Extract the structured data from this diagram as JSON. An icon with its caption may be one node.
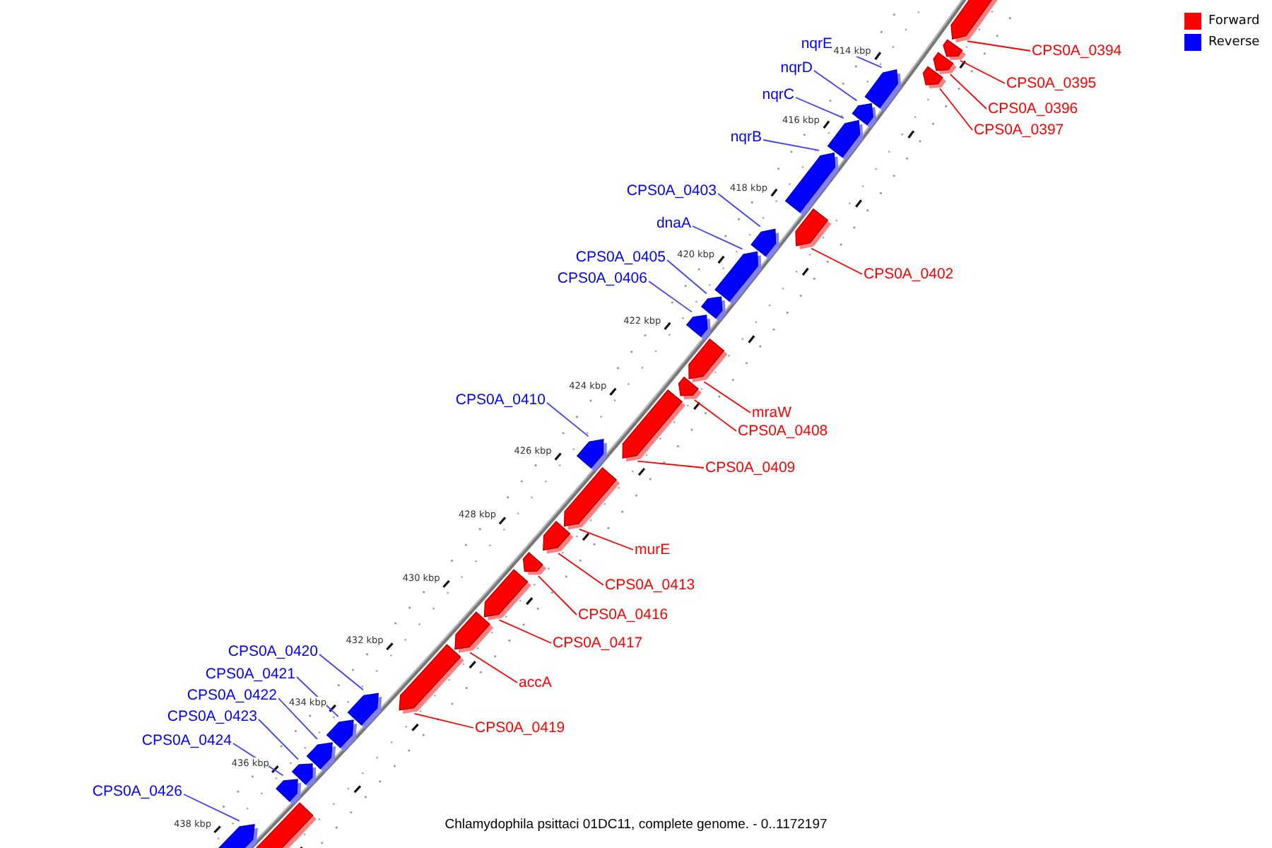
{
  "diagram": {
    "caption": "Chlamydophila psittaci 01DC11, complete genome. - 0..1172197",
    "nodes": [
      {
        "text": [
          "CPS0A_0394"
        ]
      },
      {
        "text": [],
        "shape": "arrow"
      },
      {
        "text": [
          "CPS0A_0395"
        ]
      },
      {
        "text": [],
        "shape": "arrow"
      },
      {
        "text": [
          "CPS0A_0396"
        ]
      },
      {
        "text": [],
        "shape": "arrow"
      },
      {
        "text": [
          "CPS0A_0397"
        ]
      },
      {
        "text": [],
        "shape": "arrow"
      },
      {
        "text": [
          "nqrE"
        ]
      },
      {
        "text": [],
        "shape": "arrow"
      },
      {
        "text": [
          "nqrD"
        ]
      },
      {
        "text": [],
        "shape": "arrow"
      },
      {
        "text": [
          "nqrC"
        ]
      },
      {
        "text": [],
        "shape": "arrow"
      },
      {
        "text": [
          "nqrB"
        ]
      },
      {
        "text": [],
        "shape": "arrow"
      },
      {
        "text": [
          "CPS0A_0402"
        ]
      },
      {
        "text": [],
        "shape": "arrow"
      },
      {
        "text": [
          "CPS0A_0403"
        ]
      },
      {
        "text": [],
        "shape": "arrow"
      },
      {
        "text": [
          "dnaA"
        ]
      },
      {
        "text": [],
        "shape": "arrow"
      },
      {
        "text": [
          "CPS0A_0405"
        ]
      },
      {
        "text": [],
        "shape": "arrow"
      },
      {
        "text": [
          "CPS0A_0406"
        ]
      },
      {
        "text": [],
        "shape": "arrow"
      },
      {
        "text": [
          "mraW"
        ]
      },
      {
        "text": [],
        "shape": "arrow"
      },
      {
        "text": [
          "CPS0A_0408"
        ]
      },
      {
        "text": [],
        "shape": "arrow"
      },
      {
        "text": [
          "CPS0A_0409"
        ]
      },
      {
        "text": [],
        "shape": "arrow"
      },
      {
        "text": [
          "CPS0A_0410"
        ]
      },
      {
        "text": [],
        "shape": "arrow"
      },
      {
        "text": [
          "murE"
        ]
      },
      {
        "text": [],
        "shape": "arrow"
      },
      {
        "text": [
          "CPS0A_0413"
        ]
      },
      {
        "text": [],
        "shape": "arrow"
      },
      {
        "text": [
          "CPS0A_0416"
        ]
      },
      {
        "text": [],
        "shape": "arrow"
      },
      {
        "text": [
          "CPS0A_0417"
        ]
      },
      {
        "text": [],
        "shape": "arrow"
      },
      {
        "text": [
          "accA"
        ]
      },
      {
        "text": [],
        "shape": "arrow"
      },
      {
        "text": [
          "CPS0A_0419"
        ]
      },
      {
        "text": [],
        "shape": "arrow"
      },
      {
        "text": [
          "CPS0A_0420"
        ]
      },
      {
        "text": [],
        "shape": "arrow"
      },
      {
        "text": [
          "CPS0A_0421"
        ]
      },
      {
        "text": [],
        "shape": "arrow"
      },
      {
        "text": [
          "CPS0A_0422"
        ]
      },
      {
        "text": [],
        "shape": "arrow"
      },
      {
        "text": [
          "CPS0A_0423"
        ]
      },
      {
        "text": [],
        "shape": "arrow"
      },
      {
        "text": [
          "CPS0A_0424"
        ]
      },
      {
        "text": [],
        "shape": "arrow"
      },
      {
        "text": [
          "CPS0A_0426"
        ]
      },
      {
        "text": [],
        "shape": "arrow"
      },
      {
        "text": [],
        "shape": "arrow"
      }
    ],
    "edges": [
      {
        "from": 0,
        "to": 1,
        "arrow": "none",
        "color": "#ff0000"
      },
      {
        "from": 2,
        "to": 3,
        "arrow": "none",
        "color": "#ff0000"
      },
      {
        "from": 4,
        "to": 5,
        "arrow": "none",
        "color": "#ff0000"
      },
      {
        "from": 6,
        "to": 7,
        "arrow": "none",
        "color": "#ff0000"
      },
      {
        "from": 8,
        "to": 9,
        "arrow": "none"
      },
      {
        "from": 10,
        "to": 11,
        "arrow": "none"
      },
      {
        "from": 12,
        "to": 13,
        "arrow": "none"
      },
      {
        "from": 14,
        "to": 15,
        "arrow": "none"
      },
      {
        "from": 16,
        "to": 17,
        "arrow": "none",
        "color": "#ff0000"
      },
      {
        "from": 18,
        "to": 19,
        "arrow": "none"
      },
      {
        "from": 20,
        "to": 21,
        "arrow": "none"
      },
      {
        "from": 22,
        "to": 23,
        "arrow": "none"
      },
      {
        "from": 24,
        "to": 25,
        "arrow": "none"
      },
      {
        "from": 26,
        "to": 27,
        "arrow": "none",
        "color": "#ff0000"
      },
      {
        "from": 28,
        "to": 29,
        "arrow": "none",
        "color": "#ff0000"
      },
      {
        "from": 30,
        "to": 31,
        "arrow": "none",
        "color": "#ff0000"
      },
      {
        "from": 32,
        "to": 33,
        "arrow": "none"
      },
      {
        "from": 34,
        "to": 35,
        "arrow": "none",
        "color": "#ff0000"
      },
      {
        "from": 36,
        "to": 37,
        "arrow": "none",
        "color": "#ff0000"
      },
      {
        "from": 38,
        "to": 39,
        "arrow": "none",
        "color": "#ff0000"
      },
      {
        "from": 40,
        "to": 41,
        "arrow": "none",
        "color": "#ff0000"
      },
      {
        "from": 42,
        "to": 43,
        "arrow": "none",
        "color": "#ff0000"
      },
      {
        "from": 44,
        "to": 45,
        "arrow": "none",
        "color": "#ff0000"
      },
      {
        "from": 46,
        "to": 47,
        "arrow": "none"
      },
      {
        "from": 48,
        "to": 49,
        "arrow": "none"
      },
      {
        "from": 50,
        "to": 51,
        "arrow": "none"
      },
      {
        "from": 52,
        "to": 53,
        "arrow": "none"
      },
      {
        "from": 54,
        "to": 55,
        "arrow": "none"
      },
      {
        "from": 56,
        "to": 57,
        "arrow": "none"
      }
    ],
    "labels": [
      "414 kbp",
      "416 kbp",
      "418 kbp",
      "420 kbp",
      "422 kbp",
      "424 kbp",
      "426 kbp",
      "428 kbp",
      "430 kbp",
      "432 kbp",
      "434 kbp",
      "436 kbp",
      "438 kbp"
    ],
    "legend": [
      {
        "text": "Forward",
        "color": "#ff0000"
      },
      {
        "text": "Reverse",
        "color": "#0000ff"
      }
    ]
  }
}
